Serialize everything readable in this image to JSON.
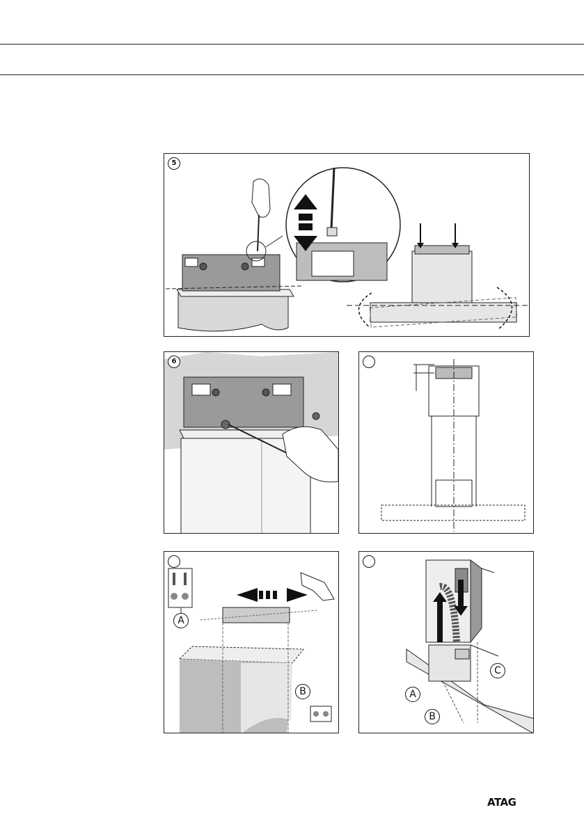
{
  "brand": "ATAG",
  "panels": {
    "p5": {
      "step": "5"
    },
    "p6": {
      "step": "6"
    },
    "p7": {
      "step": ""
    },
    "p8": {
      "step": "",
      "labels": {
        "a": "A",
        "b": "B"
      }
    },
    "p9": {
      "step": "",
      "labels": {
        "a": "A",
        "b": "B",
        "c": "C"
      }
    }
  },
  "colors": {
    "line": "#222222",
    "panel_fill": "#d8d8d8",
    "dark_fill": "#8a8a8a",
    "wall": "#bdbdbd"
  },
  "icons": [
    "screwdriver-icon",
    "hand-icon",
    "drill-icon",
    "up-arrow-icon",
    "down-arrow-icon",
    "rotate-arrow-icon",
    "double-arrow-icon"
  ]
}
